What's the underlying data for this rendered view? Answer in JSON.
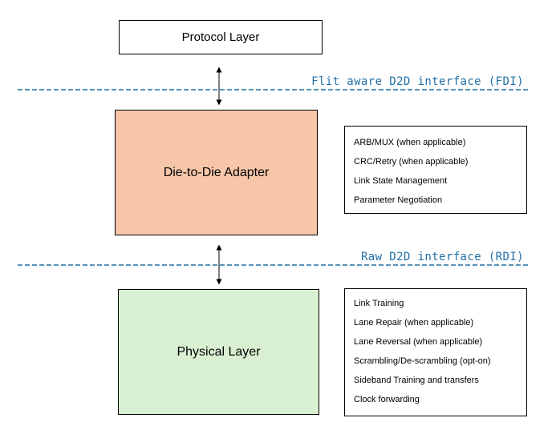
{
  "protocol_layer": {
    "label": "Protocol Layer"
  },
  "fdi": {
    "label": "Flit aware D2D interface (FDI)"
  },
  "adapter": {
    "label": "Die-to-Die Adapter",
    "features": [
      "ARB/MUX (when applicable)",
      "CRC/Retry (when applicable)",
      "Link State Management",
      "Parameter Negotiation"
    ]
  },
  "rdi": {
    "label": "Raw D2D interface (RDI)"
  },
  "physical_layer": {
    "label": "Physical Layer",
    "features": [
      "Link Training",
      "Lane Repair (when applicable)",
      "Lane Reversal (when applicable)",
      "Scrambling/De-scrambling (opt-on)",
      "Sideband Training and transfers",
      "Clock forwarding"
    ]
  },
  "colors": {
    "interface_line": "#1f6fa6",
    "adapter_fill": "#f7c6a9",
    "physical_fill": "#d9f0d2"
  }
}
